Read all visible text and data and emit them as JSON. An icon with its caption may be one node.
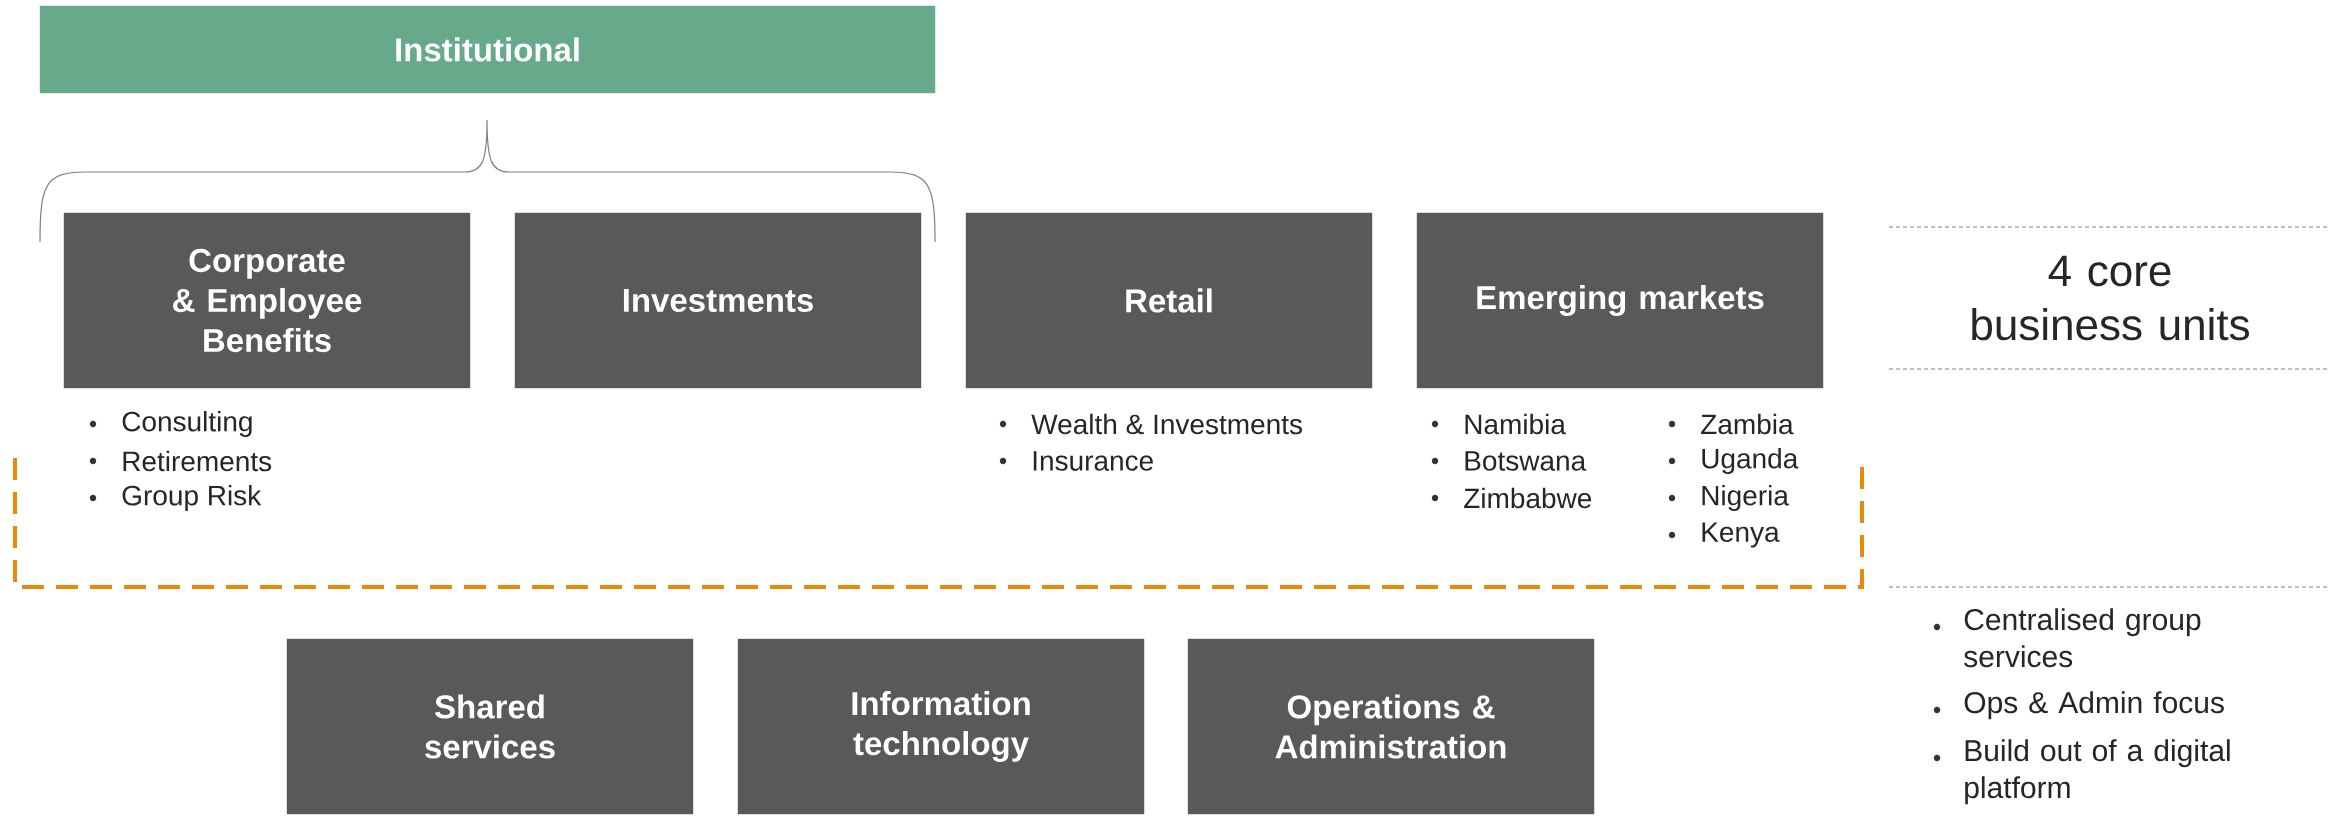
{
  "diagram": {
    "nodes": [
      {
        "text": [
          "Institutional"
        ]
      },
      {
        "text": [
          "Corporate & Employee Benefits"
        ],
        "beside": [
          "Consulting",
          "Retirements",
          "Group Risk"
        ]
      },
      {
        "text": [
          "Investments"
        ]
      },
      {
        "text": [
          "Retail"
        ],
        "beside": [
          "Wealth & Investments",
          "Insurance"
        ]
      },
      {
        "text": [
          "Emerging markets"
        ],
        "beside": [
          "Namibia",
          "Botswana",
          "Zimbabwe",
          "Zambia",
          "Uganda",
          "Nigeria",
          "Kenya"
        ]
      },
      {
        "text": [
          "Shared services"
        ]
      },
      {
        "text": [
          "Information technology"
        ]
      },
      {
        "text": [
          "Operations & Administration"
        ]
      }
    ],
    "labels": [
      "4 core business units",
      "Centralised group services",
      "Ops & Admin focus",
      "Build out of a digital platform"
    ]
  }
}
